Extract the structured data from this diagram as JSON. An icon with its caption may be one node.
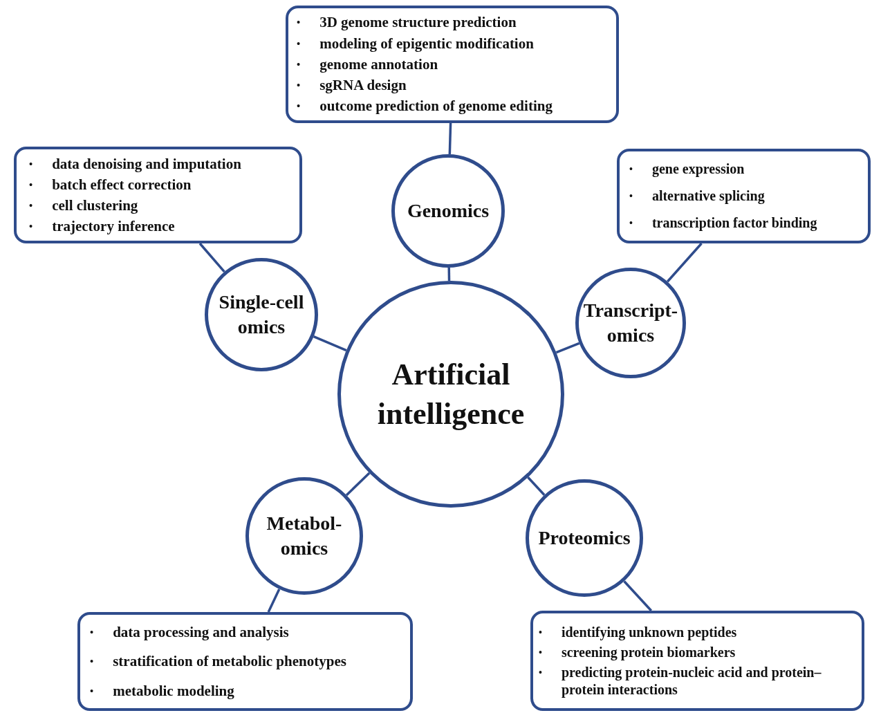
{
  "diagram": {
    "nodes": [
      {
        "text": [
          "•",
          "3D genome structure prediction",
          "•",
          "modeling of epigentic modification",
          "•",
          "genome annotation",
          "•",
          "sgRNA design",
          "•",
          "outcome prediction of genome editing"
        ]
      },
      {
        "text": [
          "•",
          "data denoising and imputation",
          "•",
          "batch effect correction",
          "•",
          "cell clustering",
          "•",
          "trajectory inference"
        ]
      },
      {
        "text": [
          "•",
          "gene expression",
          "•",
          "alternative splicing",
          "•",
          "transcription factor binding"
        ]
      },
      {
        "text": [
          "Genomics"
        ]
      },
      {
        "text": [
          "Single-cell omics"
        ]
      },
      {
        "text": [
          "Transcript-omics"
        ]
      },
      {
        "text": [
          "Artificial intelligence"
        ]
      },
      {
        "text": [
          "Metabol-omics"
        ]
      },
      {
        "text": [
          "Proteomics"
        ]
      },
      {
        "text": [
          "•",
          "data processing and analysis",
          "•",
          "stratification of metabolic phenotypes",
          "•",
          "metabolic modeling"
        ]
      },
      {
        "text": [
          "•",
          "identifying unknown peptides",
          "•",
          "screening protein biomarkers",
          "•",
          "predicting protein-nucleic acid and protein–protein interactions"
        ]
      }
    ],
    "edges": [
      {
        "from": 6,
        "to": 3,
        "arrow": "none"
      },
      {
        "from": 6,
        "to": 4,
        "arrow": "none"
      },
      {
        "from": 6,
        "to": 5,
        "arrow": "none"
      },
      {
        "from": 6,
        "to": 7,
        "arrow": "none"
      },
      {
        "from": 6,
        "to": 8,
        "arrow": "none"
      },
      {
        "from": 3,
        "to": 0,
        "arrow": "none"
      },
      {
        "from": 4,
        "to": 1,
        "arrow": "none"
      },
      {
        "from": 5,
        "to": 2,
        "arrow": "none"
      },
      {
        "from": 7,
        "to": 9,
        "arrow": "none"
      },
      {
        "from": 8,
        "to": 10,
        "arrow": "none"
      }
    ]
  }
}
